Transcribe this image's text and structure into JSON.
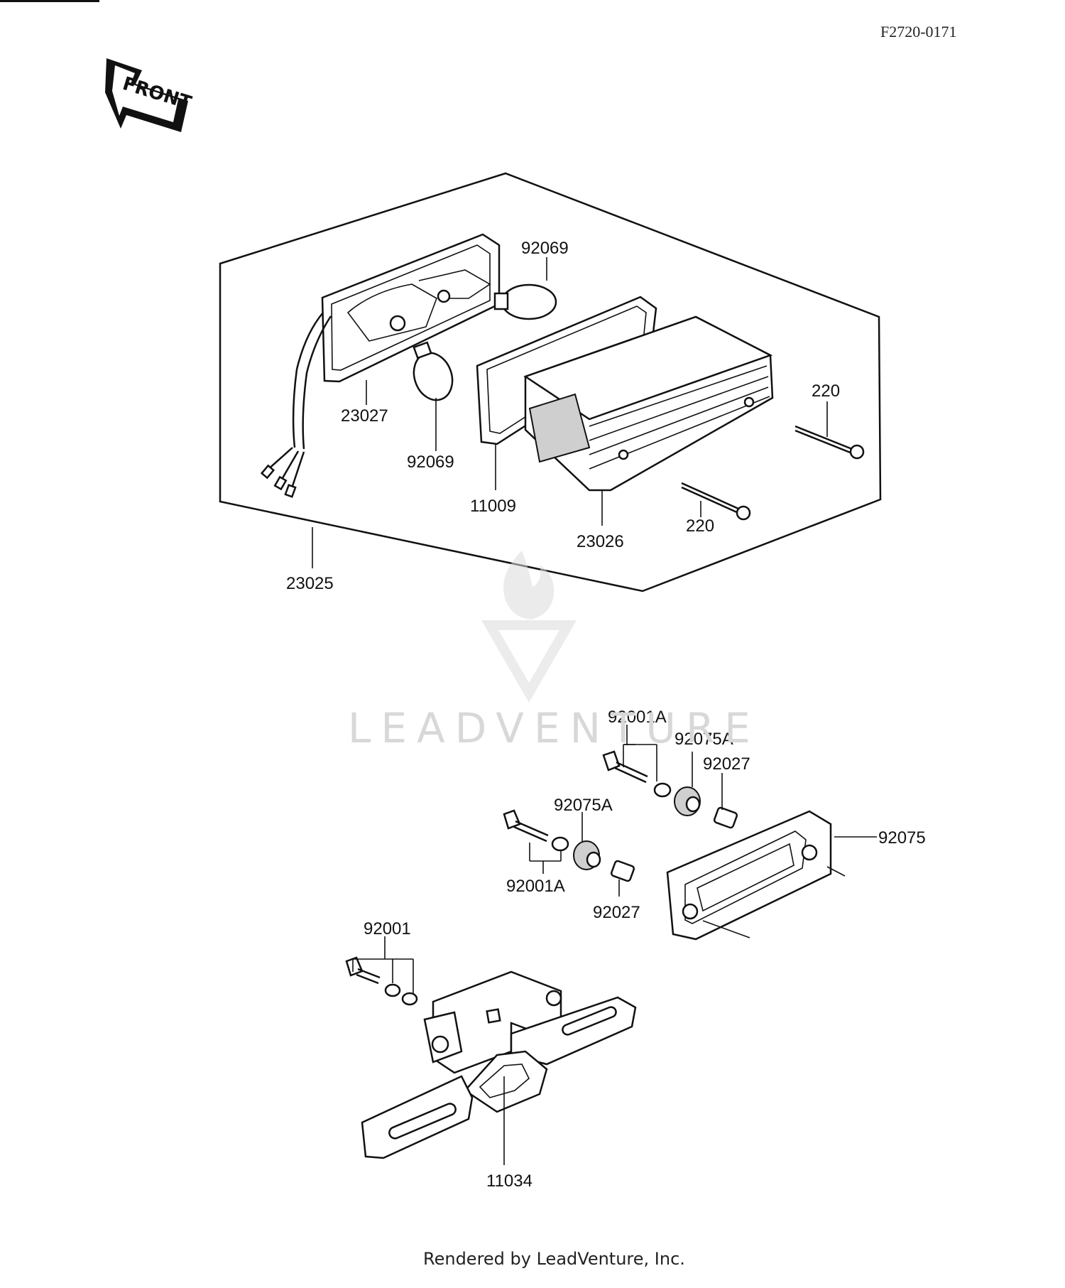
{
  "header": {
    "code": "F2720-0171",
    "front_label": "FRONT"
  },
  "watermark": {
    "text": "LEADVENTURE"
  },
  "footer": {
    "text": "Rendered by LeadVenture, Inc."
  },
  "parts": [
    {
      "id": "p1",
      "number": "92069"
    },
    {
      "id": "p2",
      "number": "23027"
    },
    {
      "id": "p3",
      "number": "92069"
    },
    {
      "id": "p4",
      "number": "220"
    },
    {
      "id": "p5",
      "number": "11009"
    },
    {
      "id": "p6",
      "number": "220"
    },
    {
      "id": "p7",
      "number": "23026"
    },
    {
      "id": "p8",
      "number": "23025"
    },
    {
      "id": "p9",
      "number": "92001A"
    },
    {
      "id": "p10",
      "number": "92075A"
    },
    {
      "id": "p11",
      "number": "92027"
    },
    {
      "id": "p12",
      "number": "92075A"
    },
    {
      "id": "p13",
      "number": "92075"
    },
    {
      "id": "p14",
      "number": "92001A"
    },
    {
      "id": "p15",
      "number": "92027"
    },
    {
      "id": "p16",
      "number": "92001"
    },
    {
      "id": "p17",
      "number": "11034"
    }
  ]
}
